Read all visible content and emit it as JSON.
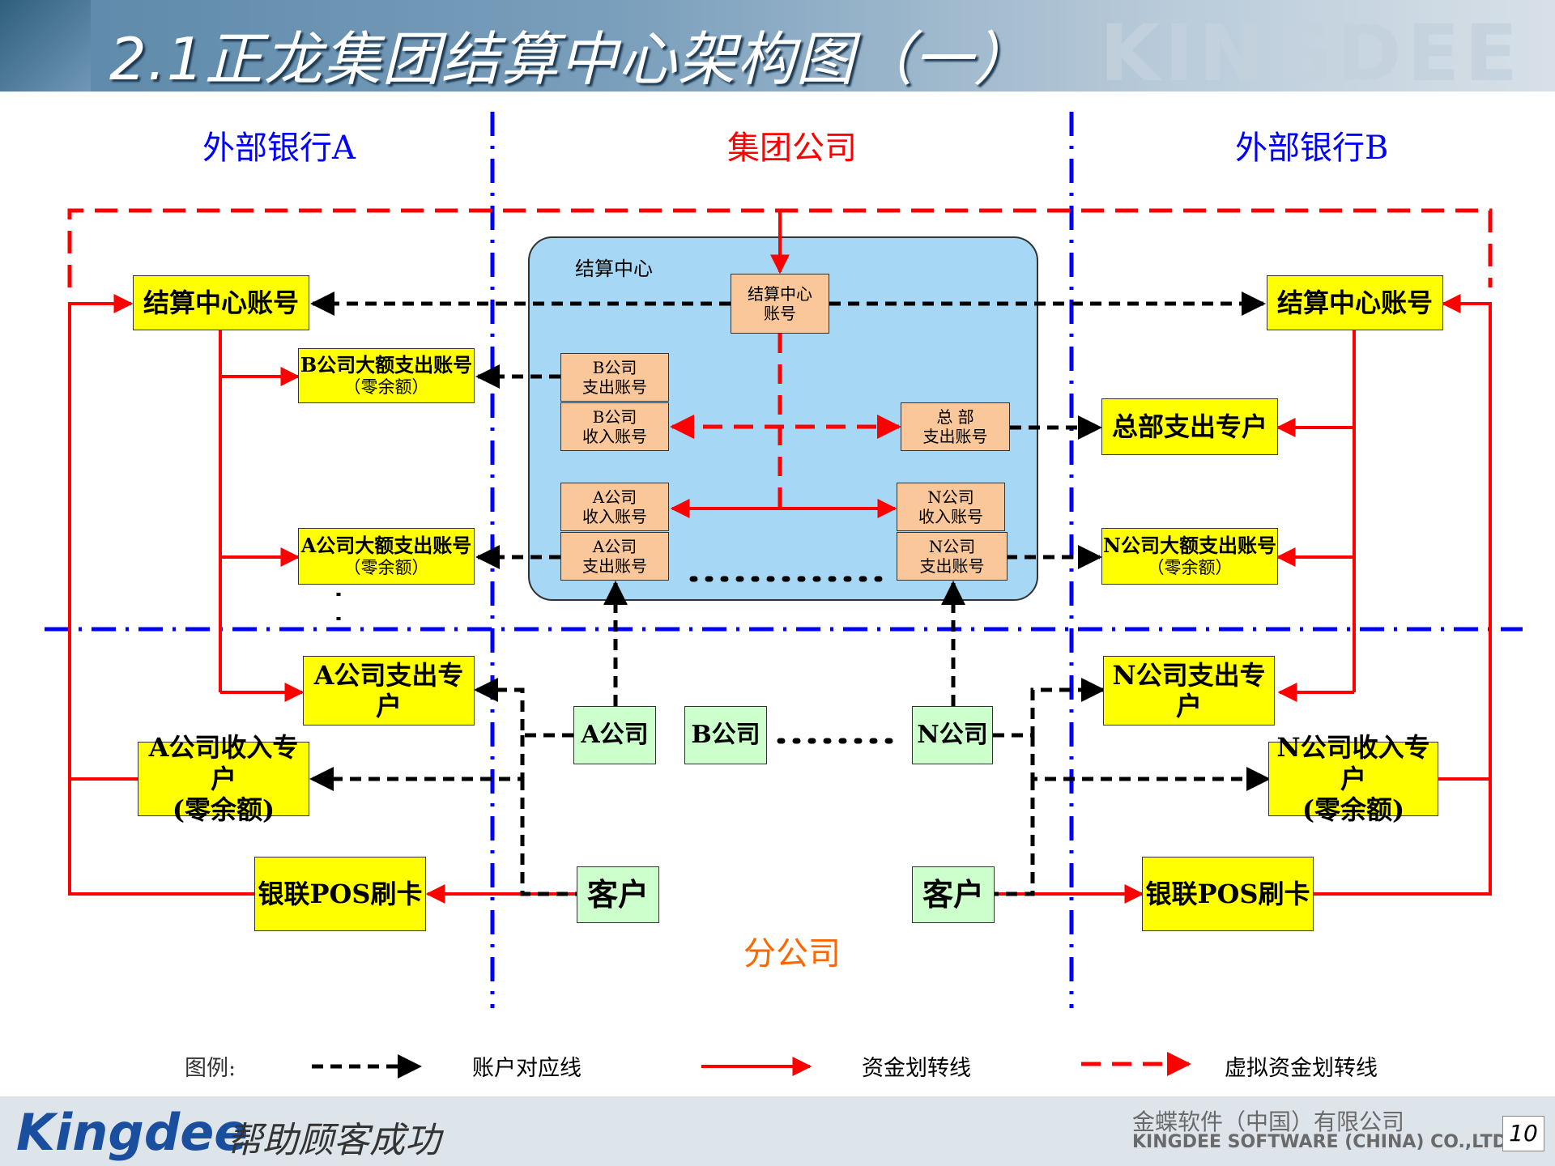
{
  "header": {
    "title": "2.1正龙集团结算中心架构图（一）",
    "watermark": "KINGDEE"
  },
  "regions": {
    "bank_a": "外部银行A",
    "group": "集团公司",
    "bank_b": "外部银行B",
    "branch": "分公司"
  },
  "settlement_center": {
    "label": "结算中心",
    "account_line1": "结算中心",
    "account_line2": "账号",
    "b_pay_line1": "B公司",
    "b_pay_line2": "支出账号",
    "b_recv_line1": "B公司",
    "b_recv_line2": "收入账号",
    "hq_pay_line1": "总 部",
    "hq_pay_line2": "支出账号",
    "a_recv_line1": "A公司",
    "a_recv_line2": "收入账号",
    "a_pay_line1": "A公司",
    "a_pay_line2": "支出账号",
    "n_recv_line1": "N公司",
    "n_recv_line2": "收入账号",
    "n_pay_line1": "N公司",
    "n_pay_line2": "支出账号"
  },
  "bank_a_boxes": {
    "settle_account": "结算中心账号",
    "b_large_line1": "B公司大额支出账号",
    "b_large_line2": "（零余额）",
    "a_large_line1": "A公司大额支出账号",
    "a_large_line2": "（零余额）",
    "a_pay_special": "A公司支出专户",
    "a_recv_line1": "A公司收入专户",
    "a_recv_line2": "(零余额)",
    "pos": "银联POS刷卡"
  },
  "bank_b_boxes": {
    "settle_account": "结算中心账号",
    "hq_pay_special": "总部支出专户",
    "n_large_line1": "N公司大额支出账号",
    "n_large_line2": "（零余额）",
    "n_pay_special": "N公司支出专户",
    "n_recv_line1": "N公司收入专户",
    "n_recv_line2": "(零余额)",
    "pos": "银联POS刷卡"
  },
  "branches": {
    "a": "A公司",
    "b": "B公司",
    "n": "N公司",
    "customer_left": "客户",
    "customer_right": "客户",
    "dots": "……."
  },
  "legend": {
    "title": "图例:",
    "account_line": "账户对应线",
    "fund_line": "资金划转线",
    "virtual_line": "虚拟资金划转线"
  },
  "footer": {
    "logo": "Kingdee",
    "slogan": "帮助顾客成功",
    "company_cn": "金蝶软件（中国）有限公司",
    "company_en": "KINGDEE SOFTWARE (CHINA) CO.,LTD",
    "page": "10"
  },
  "colors": {
    "red": "#ff0000",
    "blue": "#0000ff",
    "orange_text": "#ff6600",
    "yellow_box": "#ffff00",
    "green_box": "#ccffcc",
    "center_bg": "#a6d8f5"
  }
}
